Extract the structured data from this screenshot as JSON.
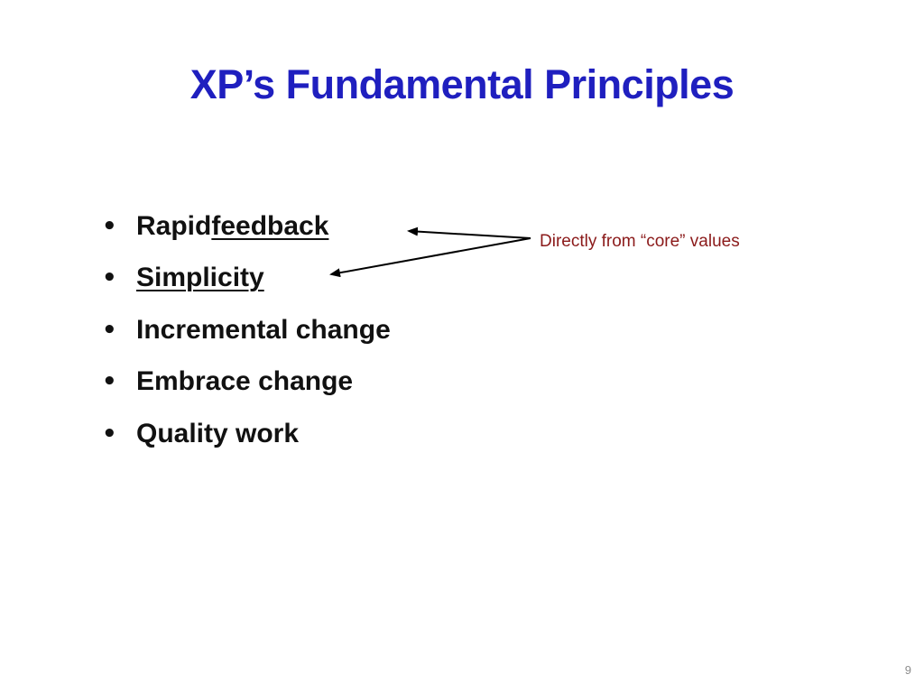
{
  "slide": {
    "title": "XP’s Fundamental Principles",
    "bullets": [
      {
        "text": "Rapid ",
        "underlined": "feedback"
      },
      {
        "text": "",
        "underlined": "Simplicity"
      },
      {
        "text": "Incremental change",
        "underlined": ""
      },
      {
        "text": "Embrace change",
        "underlined": ""
      },
      {
        "text": "Quality work",
        "underlined": ""
      }
    ],
    "bullet_symbol": "•",
    "annotation": "Directly from “core” values",
    "page_number": "9"
  },
  "colors": {
    "title": "#1f1fbf",
    "body_text": "#111111",
    "annotation": "#8b1a1a",
    "page_number": "#8c8c8c"
  }
}
